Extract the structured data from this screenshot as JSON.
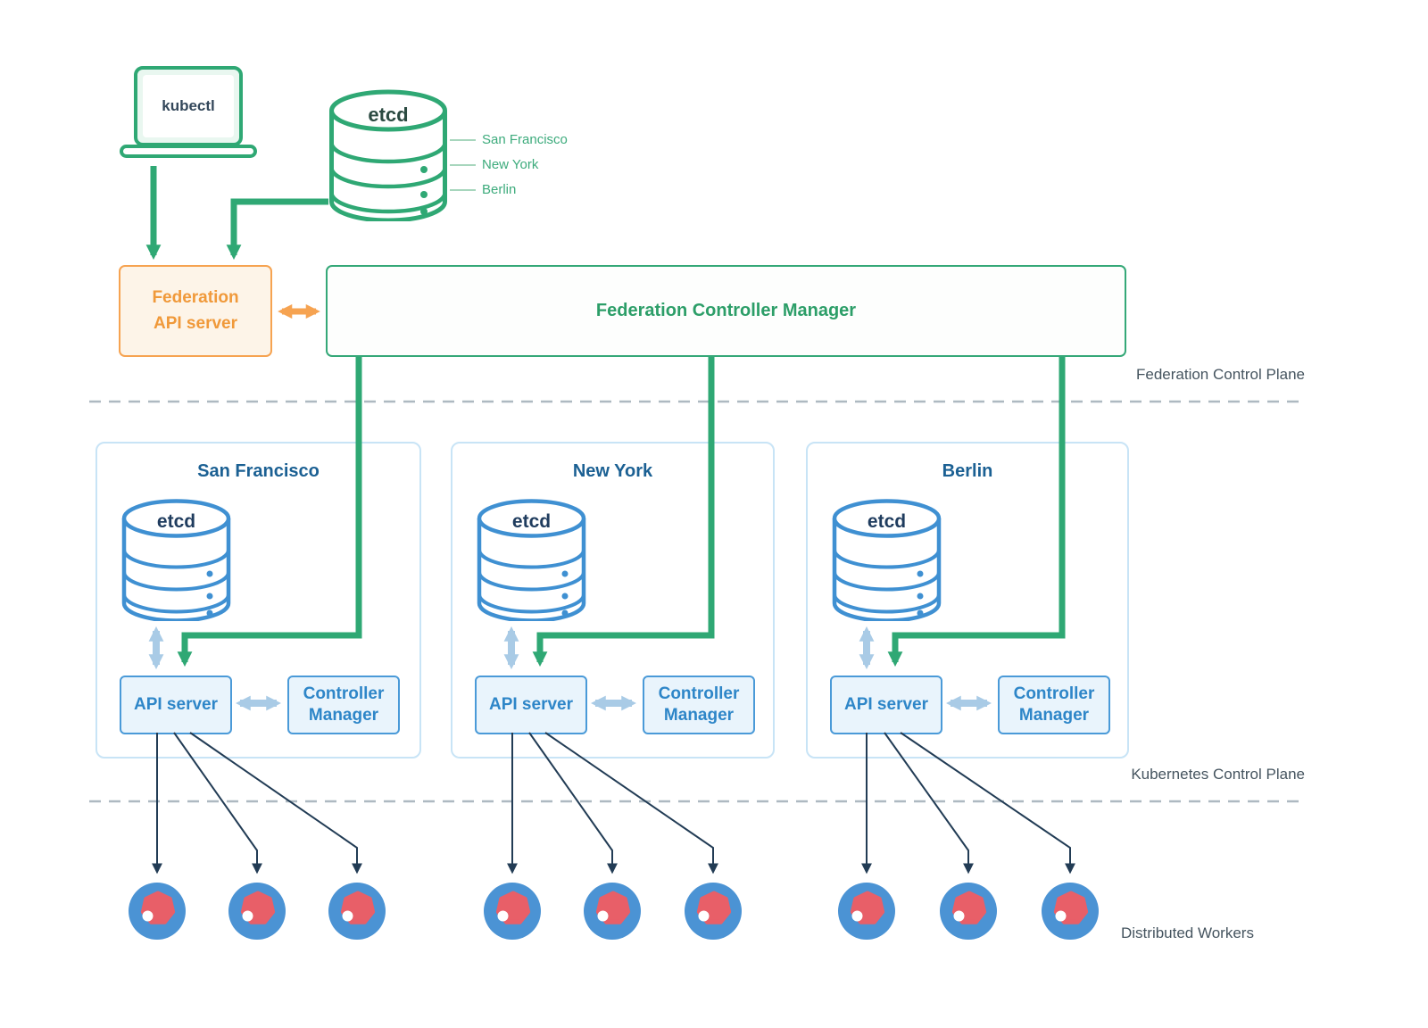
{
  "kubectl": {
    "label": "kubectl"
  },
  "federation_etcd": {
    "label": "etcd",
    "replicas": [
      "San Francisco",
      "New York",
      "Berlin"
    ]
  },
  "federation": {
    "api_server": {
      "label": "Federation API server"
    },
    "controller_manager": {
      "label": "Federation Controller Manager"
    }
  },
  "planes": {
    "federation_label": "Federation Control Plane",
    "kubernetes_label": "Kubernetes Control Plane",
    "workers_label": "Distributed Workers"
  },
  "clusters": [
    {
      "name": "San Francisco",
      "etcd": "etcd",
      "api_server": "API server",
      "controller_manager": "Controller Manager",
      "worker_count": 3
    },
    {
      "name": "New York",
      "etcd": "etcd",
      "api_server": "API server",
      "controller_manager": "Controller Manager",
      "worker_count": 3
    },
    {
      "name": "Berlin",
      "etcd": "etcd",
      "api_server": "API server",
      "controller_manager": "Controller Manager",
      "worker_count": 3
    }
  ],
  "colors": {
    "green": "#2fa874",
    "orange": "#f6a351",
    "blue": "#3f90d2",
    "blue_light_arrow": "#a9cbe6",
    "blue_fill": "#e9f4fc",
    "cluster_border": "#c8e4f6",
    "dark_arrow": "#223c55",
    "worker_blue": "#4b93d4",
    "worker_red": "#e85f68",
    "dashed_separator": "#aeb9c1"
  }
}
